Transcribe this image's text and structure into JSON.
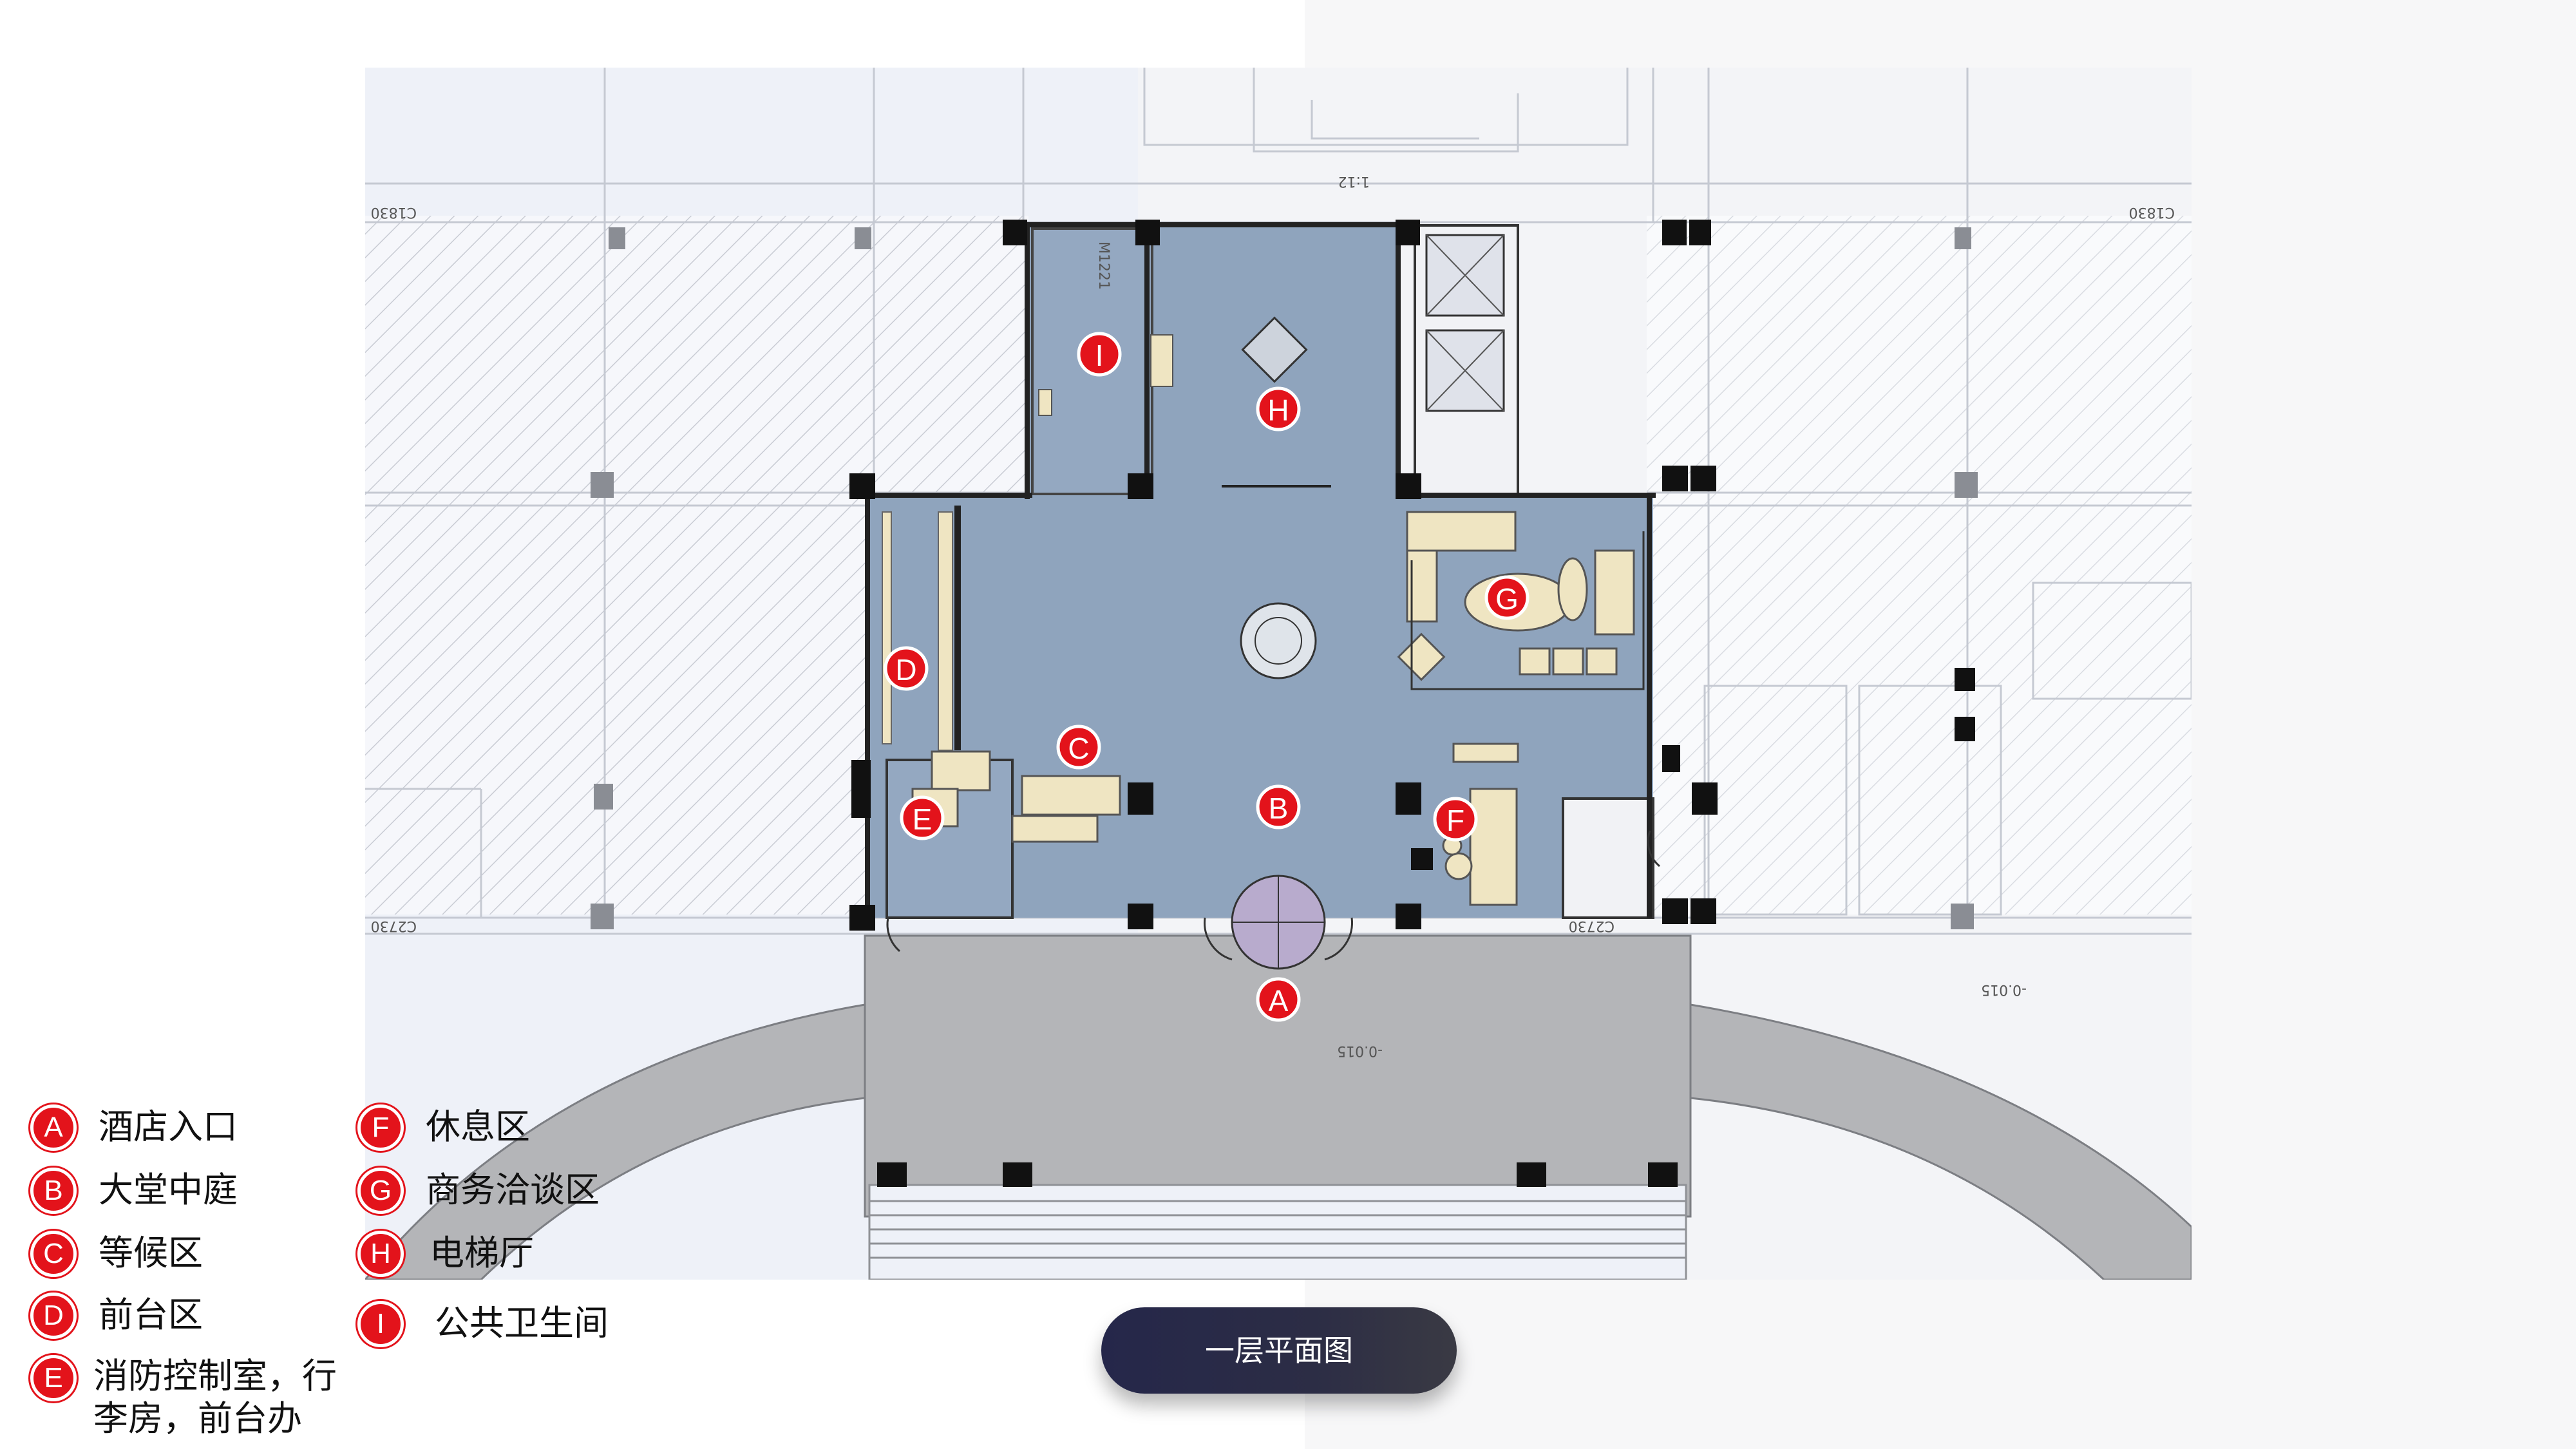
{
  "plan": {
    "markers": {
      "A": "A",
      "B": "B",
      "C": "C",
      "D": "D",
      "E": "E",
      "F": "F",
      "G": "G",
      "H": "H",
      "I": "I"
    },
    "small_labels": {
      "level": "-0.015",
      "stair_ratio": "1:12",
      "door_m1221": "M1221",
      "window_c1830": "C1830",
      "window_c2730": "C2730"
    }
  },
  "legend": [
    {
      "marker": "A",
      "text": "酒店入口"
    },
    {
      "marker": "B",
      "text": "大堂中庭"
    },
    {
      "marker": "C",
      "text": "等候区"
    },
    {
      "marker": "D",
      "text": "前台区"
    },
    {
      "marker": "E",
      "text": "消防控制室，行",
      "text2": "李房，前台办"
    },
    {
      "marker": "F",
      "text": "休息区"
    },
    {
      "marker": "G",
      "text": "商务洽谈区"
    },
    {
      "marker": "H",
      "text": "电梯厅"
    },
    {
      "marker": "I",
      "text": "公共卫生间"
    }
  ],
  "title": "一层平面图",
  "colors": {
    "marker_red": "#e3131b",
    "lobby_blue": "#8fa4bd",
    "plaza_gray": "#b4b5b8",
    "furniture_beige": "#efe5c2",
    "pill_dark": "#2a2b48"
  }
}
